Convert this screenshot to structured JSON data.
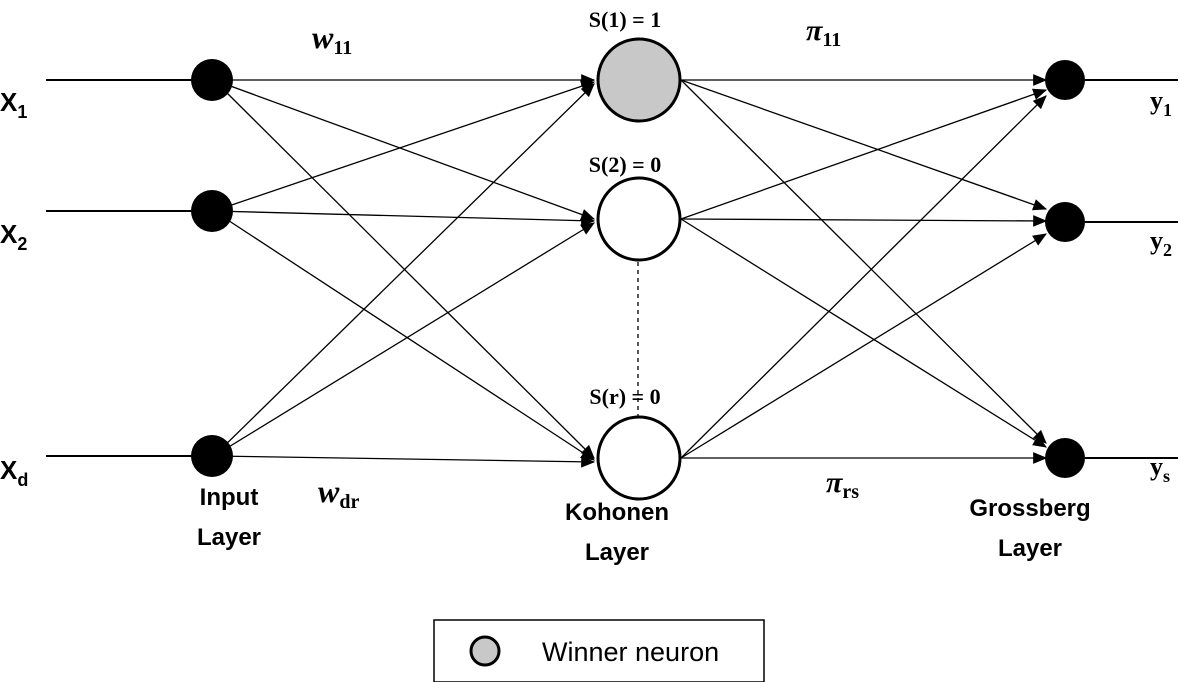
{
  "inputs": [
    {
      "base": "X",
      "sub": "1"
    },
    {
      "base": "X",
      "sub": "2"
    },
    {
      "base": "X",
      "sub": "d"
    }
  ],
  "outputs": [
    {
      "base": "y",
      "sub": "1"
    },
    {
      "base": "y",
      "sub": "2"
    },
    {
      "base": "y",
      "sub": "s"
    }
  ],
  "kohonen_states": [
    "S(1) = 1",
    "S(2) = 0",
    "S(r) = 0"
  ],
  "weights": {
    "w_top": {
      "base": "w",
      "sub": "11"
    },
    "w_bottom": {
      "base": "w",
      "sub": "dr"
    },
    "pi_top": {
      "base": "π",
      "sub": "11"
    },
    "pi_bottom": {
      "base": "π",
      "sub": "rs"
    }
  },
  "layers": {
    "input": [
      "Input",
      "Layer"
    ],
    "kohonen": [
      "Kohonen",
      "Layer"
    ],
    "grossberg": [
      "Grossberg",
      "Layer"
    ]
  },
  "legend": {
    "label": "Winner neuron",
    "winner_color": "#c8c8c8"
  }
}
